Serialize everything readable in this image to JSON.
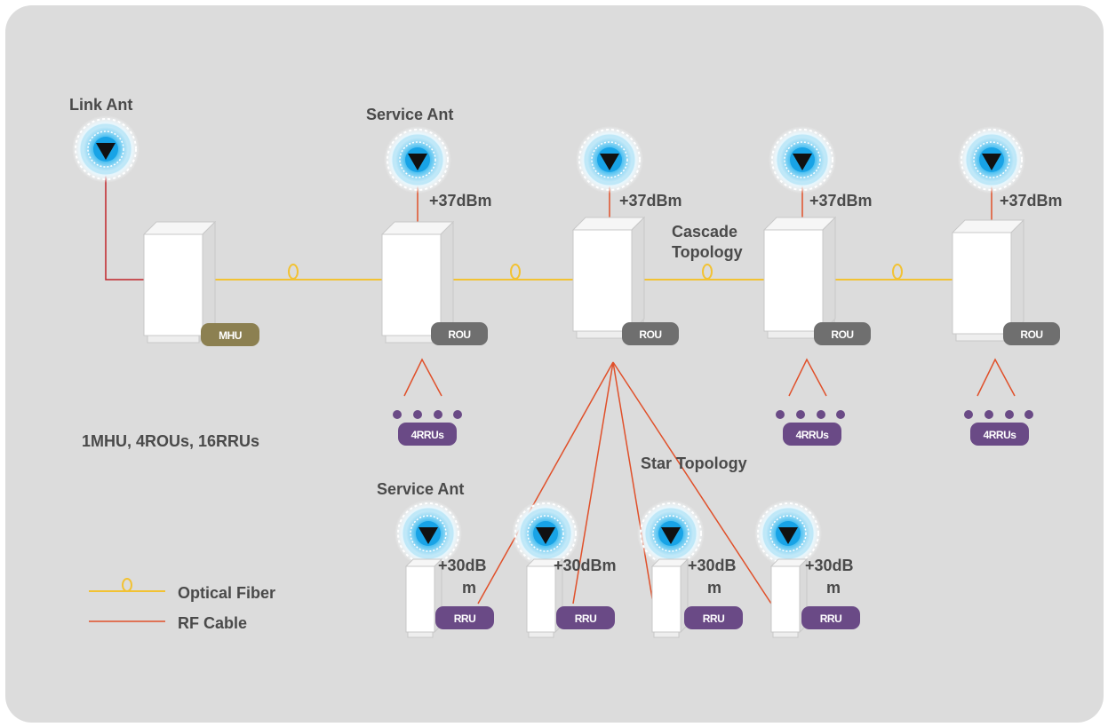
{
  "colors": {
    "background": "#dcdcdc",
    "fiber": "#f2c233",
    "rf": "#e0502a",
    "link": "#c0252a",
    "mhu_badge": "#8c8051",
    "rou_badge": "#6f6f6f",
    "rru_badge": "#6a4a86",
    "antenna_core": "#1aa6e8"
  },
  "labels": {
    "link_ant": "Link Ant",
    "service_ant_top": "Service Ant",
    "service_ant_bottom": "Service Ant",
    "cascade_1": "Cascade",
    "cascade_2": "Topology",
    "star_topology": "Star Topology",
    "summary": "1MHU, 4ROUs, 16RRUs",
    "power_rou_1": "+37dBm",
    "power_rou_2": "+37dBm",
    "power_rou_3": "+37dBm",
    "power_rou_4": "+37dBm",
    "power_rru_1_a": "+30dB",
    "power_rru_1_b": "m",
    "power_rru_2": "+30dBm",
    "power_rru_3_a": "+30dB",
    "power_rru_3_b": "m",
    "power_rru_4_a": "+30dB",
    "power_rru_4_b": "m"
  },
  "badges": {
    "mhu": "MHU",
    "rou_1": "ROU",
    "rou_2": "ROU",
    "rou_3": "ROU",
    "rou_4": "ROU",
    "rrus_1": "4RRUs",
    "rrus_2": "4RRUs",
    "rrus_3": "4RRUs",
    "rru_1": "RRU",
    "rru_2": "RRU",
    "rru_3": "RRU",
    "rru_4": "RRU"
  },
  "legend": {
    "optical_fiber": "Optical Fiber",
    "rf_cable": "RF Cable"
  }
}
